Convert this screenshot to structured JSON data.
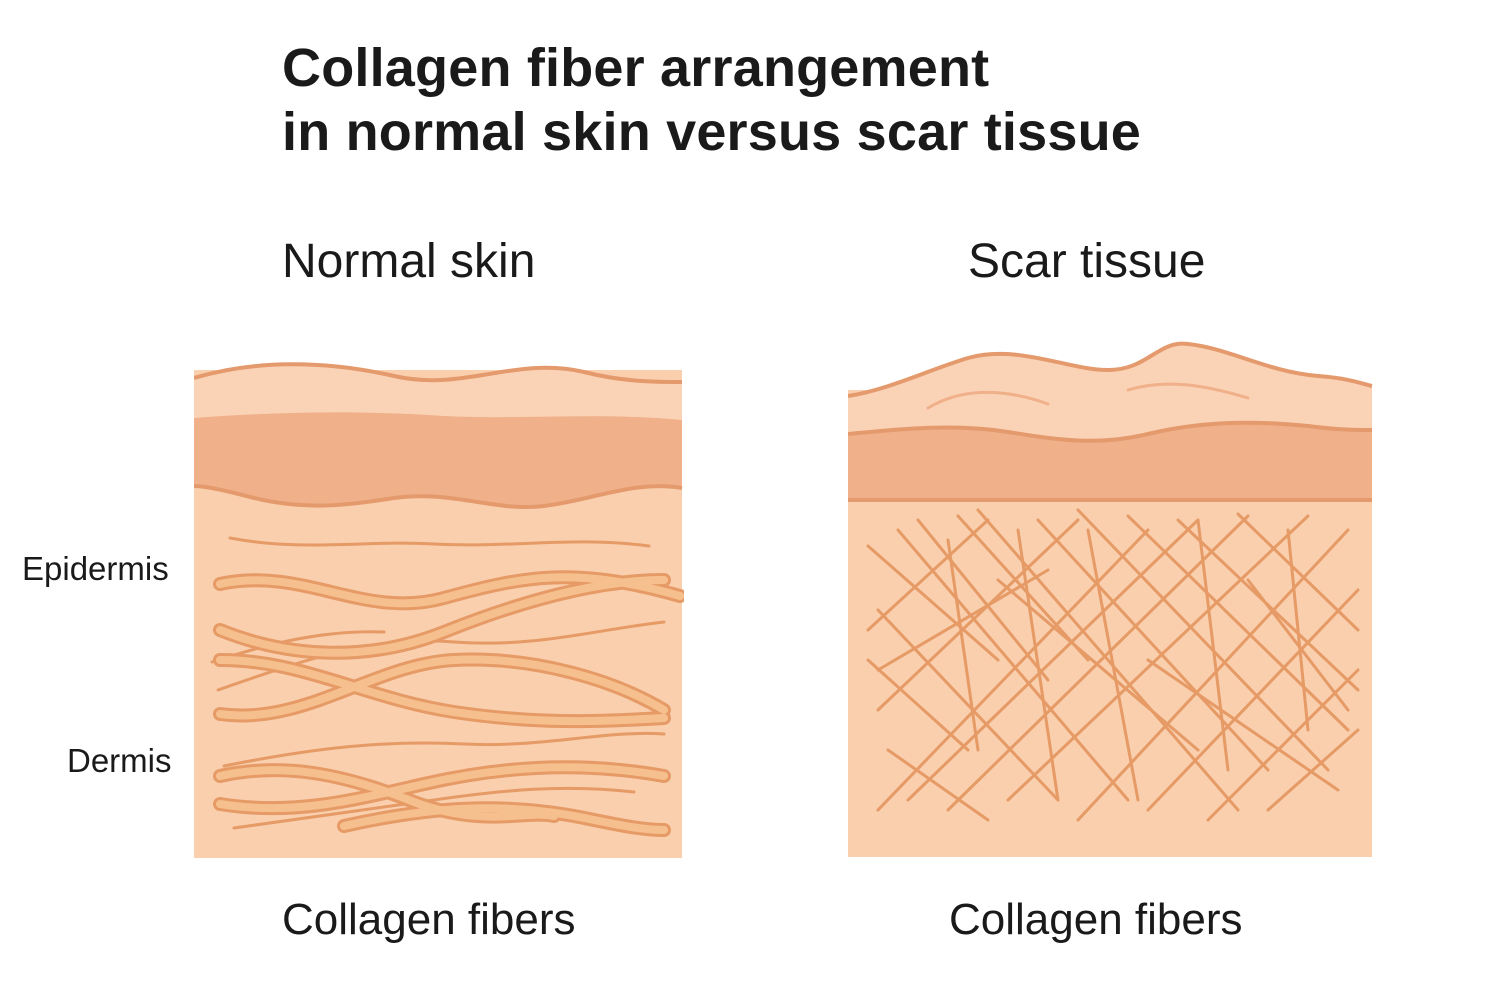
{
  "title": {
    "line1": "Collagen fiber arrangement",
    "line2": "in normal skin versus scar tissue"
  },
  "panels": {
    "normal": {
      "heading": "Normal skin",
      "caption": "Collagen fibers"
    },
    "scar": {
      "heading": "Scar tissue",
      "caption": "Collagen fibers"
    }
  },
  "labels": {
    "epidermis": "Epidermis",
    "dermis": "Dermis"
  },
  "colors": {
    "background": "#ffffff",
    "dermis": "#f9cfae",
    "epidermis_top": "#fad3b6",
    "epidermis_band": "#efb08a",
    "layer_line": "#e49a6c",
    "fiber_fill": "#f6c08e",
    "fiber_line": "#e69a66"
  }
}
